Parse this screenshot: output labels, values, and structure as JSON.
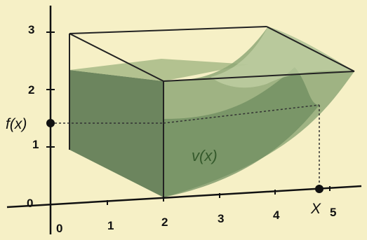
{
  "axes": {
    "x_ticks": [
      "0",
      "1",
      "2",
      "3",
      "4",
      "5"
    ],
    "y_ticks": [
      "0",
      "1",
      "2",
      "3"
    ]
  },
  "labels": {
    "function_value": "f(x)",
    "volume": "v(x)",
    "point_x": "X"
  },
  "colors": {
    "background": "#f6f0c6",
    "surface_light": "#b6c696",
    "surface_mid": "#8ea676",
    "surface_dark": "#5a7a52",
    "axis": "#111111",
    "guide": "#333333"
  }
}
